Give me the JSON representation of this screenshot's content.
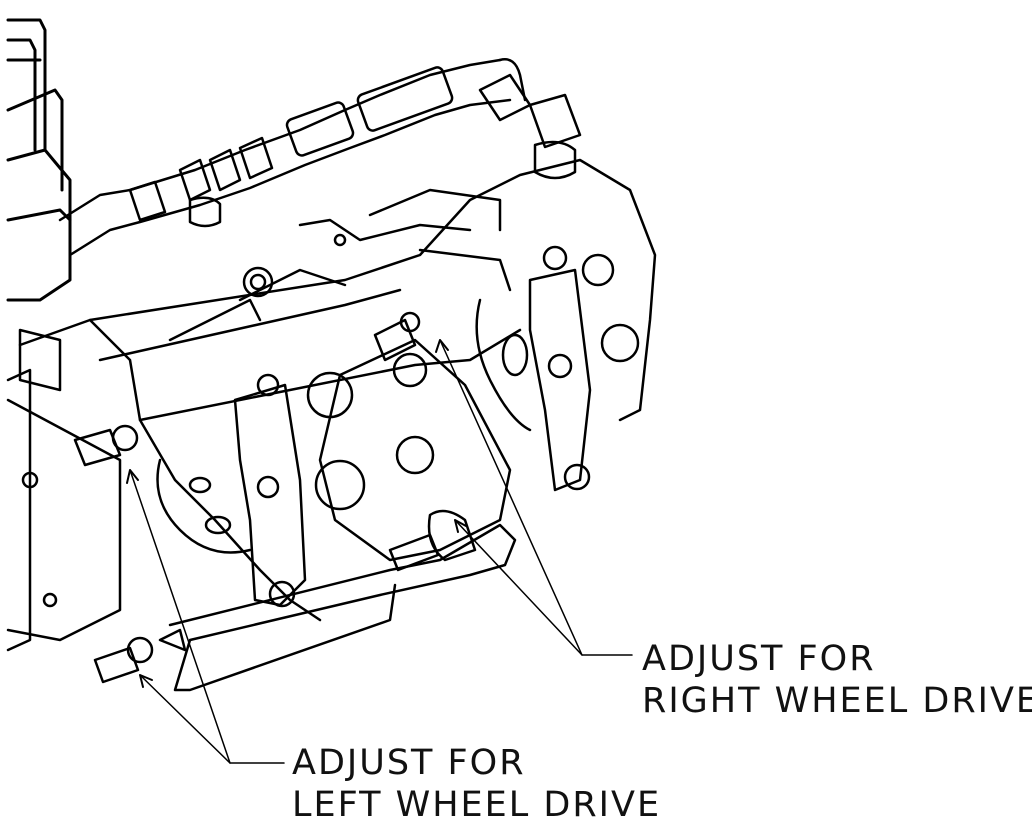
{
  "callouts": {
    "right": {
      "line1": "ADJUST FOR",
      "line2": "RIGHT WHEEL DRIVE"
    },
    "left": {
      "line1": "ADJUST FOR",
      "line2": "LEFT WHEEL DRIVE"
    }
  },
  "drawing": {
    "subject": "hydrostatic pump assembly line drawing",
    "stroke_color": "#000000",
    "background_color": "#ffffff"
  }
}
